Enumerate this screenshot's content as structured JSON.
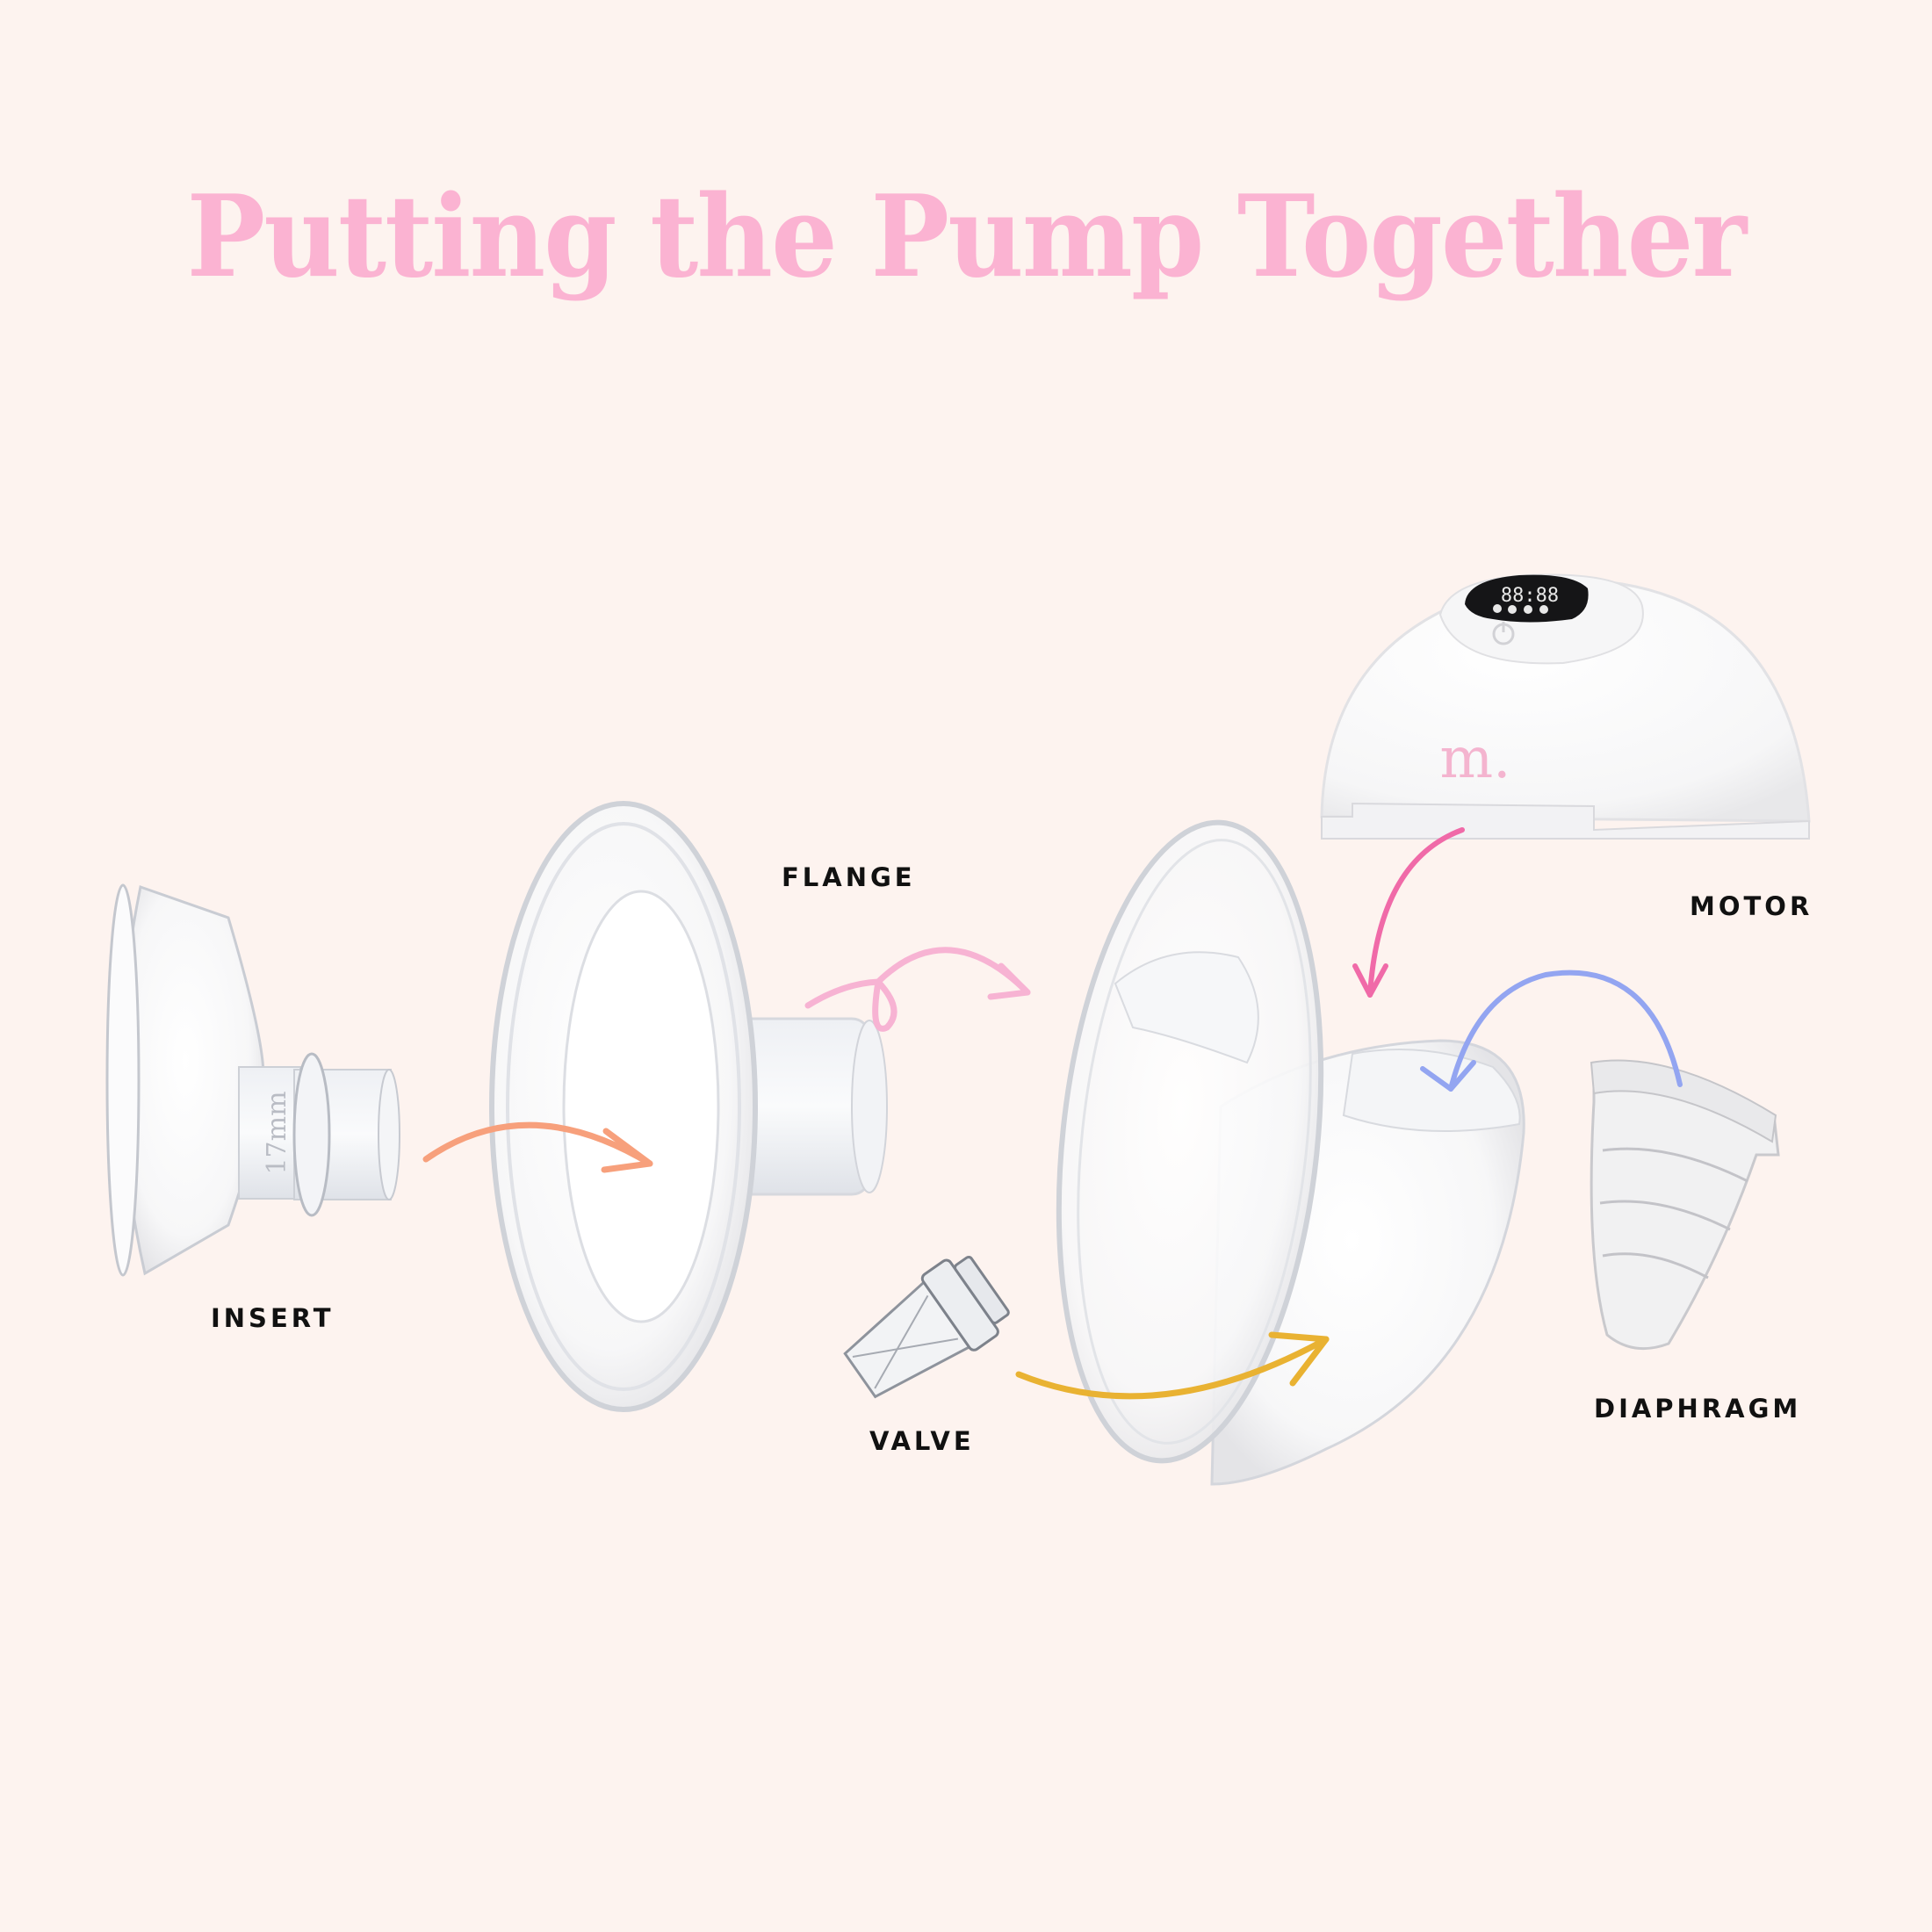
{
  "title": "Putting the Pump Together",
  "colors": {
    "background": "#fdf3ef",
    "title": "#fbb3d2",
    "label": "#111111",
    "arrow_insert_to_flange": "#f7a07c",
    "arrow_flange_to_cup": "#f7b3d3",
    "arrow_motor_to_cup": "#f06aa8",
    "arrow_diaphragm_to_cup": "#93a5f1",
    "arrow_valve_to_cup": "#e9b232",
    "brand_logo": "#f4b4cf"
  },
  "parts": [
    {
      "id": "insert",
      "label": "INSERT",
      "marking": "17mm"
    },
    {
      "id": "flange",
      "label": "FLANGE"
    },
    {
      "id": "valve",
      "label": "VALVE"
    },
    {
      "id": "motor",
      "label": "MOTOR",
      "logo": "m."
    },
    {
      "id": "diaphragm",
      "label": "DIAPHRAGM"
    }
  ],
  "arrows": [
    {
      "from": "insert",
      "to": "flange",
      "color": "#f7a07c"
    },
    {
      "from": "flange",
      "to": "cup",
      "color": "#f7b3d3"
    },
    {
      "from": "motor",
      "to": "cup",
      "color": "#f06aa8"
    },
    {
      "from": "diaphragm",
      "to": "cup",
      "color": "#93a5f1"
    },
    {
      "from": "valve",
      "to": "cup",
      "color": "#e9b232"
    }
  ]
}
